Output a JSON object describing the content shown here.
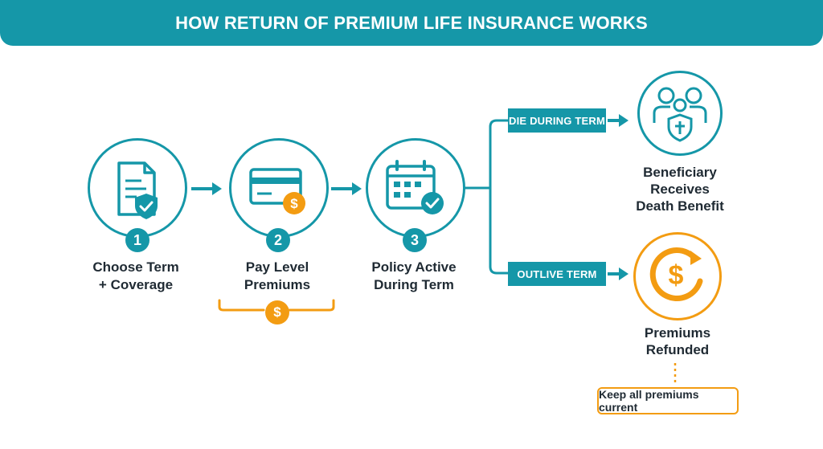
{
  "header": {
    "title": "HOW RETURN OF PREMIUM LIFE INSURANCE WORKS"
  },
  "colors": {
    "teal": "#1597a8",
    "orange": "#f39c12",
    "text": "#1f2a33",
    "background": "#ffffff"
  },
  "steps": [
    {
      "number": "1",
      "line1": "Choose Term",
      "line2": "+ Coverage",
      "icon": "document-shield-icon"
    },
    {
      "number": "2",
      "line1": "Pay Level",
      "line2": "Premiums",
      "icon": "credit-card-dollar-icon"
    },
    {
      "number": "3",
      "line1": "Policy Active",
      "line2": "During Term",
      "icon": "calendar-check-icon"
    }
  ],
  "premium_coin": "$",
  "branches": {
    "die": {
      "label": "DIE DURING TERM",
      "line1": "Beneficiary",
      "line2": "Receives",
      "line3": "Death Benefit",
      "icon": "family-shield-icon"
    },
    "outlive": {
      "label": "OUTLIVE TERM",
      "line1": "Premiums",
      "line2": "Refunded",
      "icon": "dollar-refund-icon"
    }
  },
  "note": {
    "text": "Keep all premiums current"
  }
}
